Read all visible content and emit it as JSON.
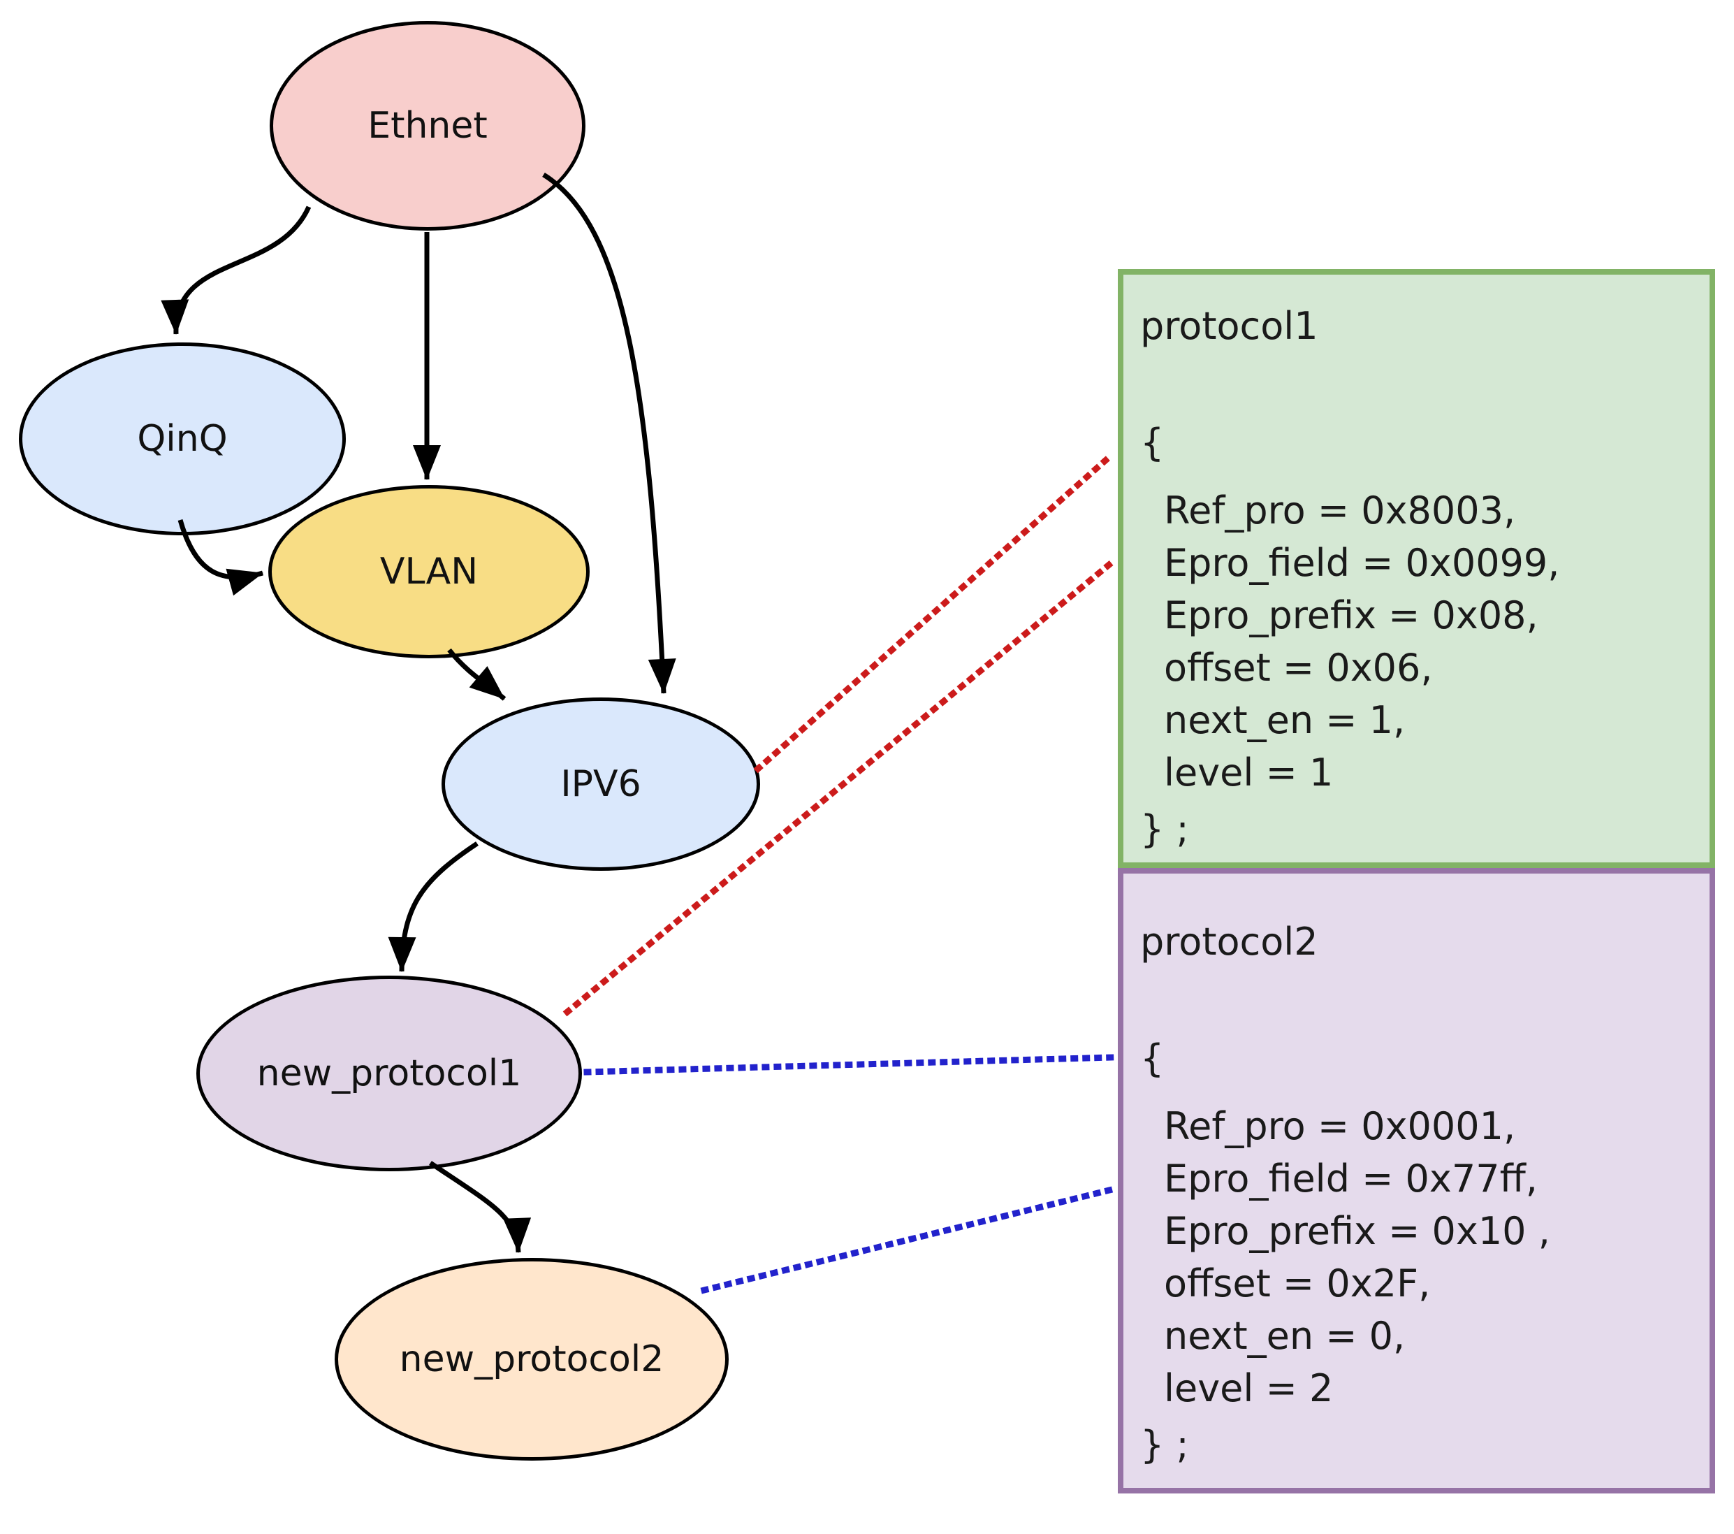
{
  "figure": {
    "type": "protocol-parse-tree-diagram",
    "background": "#ffffff"
  },
  "diagram": {
    "nodes": [
      {
        "id": "ethnet",
        "label": "Ethnet",
        "fill": "#f8cecc",
        "border": "#000000"
      },
      {
        "id": "qinq",
        "label": "QinQ",
        "fill": "#dae8fc",
        "border": "#000000"
      },
      {
        "id": "vlan",
        "label": "VLAN",
        "fill": "#f8dd85",
        "border": "#000000"
      },
      {
        "id": "ipv6",
        "label": "IPV6",
        "fill": "#dae8fc",
        "border": "#000000"
      },
      {
        "id": "new_protocol1",
        "label": "new_protocol1",
        "fill": "#e1d5e7",
        "border": "#000000"
      },
      {
        "id": "new_protocol2",
        "label": "new_protocol2",
        "fill": "#ffe6cc",
        "border": "#000000"
      }
    ],
    "edges": [
      {
        "from": "Ethnet",
        "to": "QinQ",
        "style": "solid-arrow",
        "color": "#000000"
      },
      {
        "from": "Ethnet",
        "to": "VLAN",
        "style": "solid-arrow",
        "color": "#000000"
      },
      {
        "from": "Ethnet",
        "to": "IPV6",
        "style": "solid-arrow",
        "color": "#000000"
      },
      {
        "from": "QinQ",
        "to": "VLAN",
        "style": "solid-arrow",
        "color": "#000000"
      },
      {
        "from": "VLAN",
        "to": "IPV6",
        "style": "solid-arrow",
        "color": "#000000"
      },
      {
        "from": "IPV6",
        "to": "new_protocol1",
        "style": "solid-arrow",
        "color": "#000000"
      },
      {
        "from": "new_protocol1",
        "to": "new_protocol2",
        "style": "solid-arrow",
        "color": "#000000"
      }
    ],
    "dotted_links": [
      {
        "from": "IPV6",
        "to": "protocol1",
        "color": "#cc1b1b"
      },
      {
        "from": "new_protocol1",
        "to": "protocol1",
        "color": "#cc1b1b"
      },
      {
        "from": "new_protocol1",
        "to": "protocol2",
        "color": "#2222cc"
      },
      {
        "from": "new_protocol2",
        "to": "protocol2",
        "color": "#2222cc"
      }
    ]
  },
  "protocol_boxes": [
    {
      "title": "protocol1",
      "open_brace": "{",
      "lines": [
        "Ref_pro = 0x8003,",
        "Epro_field = 0x0099,",
        "Epro_prefix = 0x08,",
        "offset = 0x06,",
        "next_en = 1,",
        "level = 1"
      ],
      "close": "} ;",
      "fill": "#d5e8d4",
      "border": "#82b366"
    },
    {
      "title": "protocol2",
      "open_brace": "{",
      "lines": [
        "Ref_pro = 0x0001,",
        "Epro_field = 0x77ff,",
        "Epro_prefix = 0x10 ,",
        "offset = 0x2F,",
        "next_en = 0,",
        "level = 2"
      ],
      "close": "} ;",
      "fill": "#e5dbec",
      "border": "#9673a6"
    }
  ],
  "colors": {
    "arrow": "#000000",
    "red_dotted_link": "#cc1b1b",
    "blue_dotted_link": "#2222cc",
    "node_pink": "#f8cecc",
    "node_blue": "#dae8fc",
    "node_yellow": "#f8dd85",
    "node_purple": "#e1d5e7",
    "node_orange": "#ffe6cc",
    "green_box_fill": "#d5e8d4",
    "green_box_border": "#82b366",
    "purple_box_fill": "#e5dbec",
    "purple_box_border": "#9673a6"
  }
}
